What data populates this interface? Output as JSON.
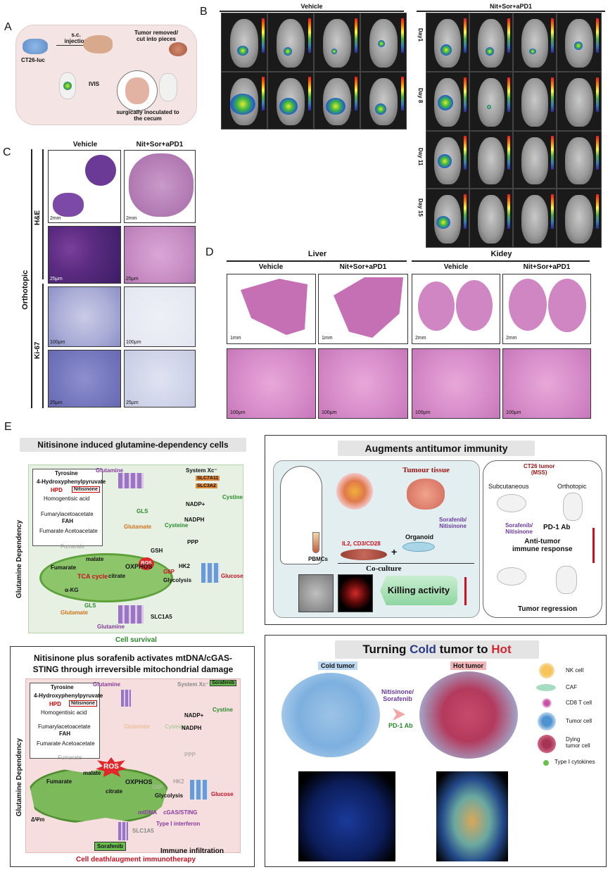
{
  "panels": {
    "A": "A",
    "B": "B",
    "C": "C",
    "D": "D",
    "E": "E"
  },
  "panelA": {
    "cell": "CT26-luc",
    "sc": "s.c.\ninjection",
    "removed": "Tumor removed/\ncut into pieces",
    "ivis": "IVIS",
    "inoc": "surgically inoculated to\nthe cecum"
  },
  "panelB": {
    "vehicle": "Vehicle",
    "treat": "Nit+Sor+aPD1",
    "day1": "Day1",
    "day8": "Day 8",
    "day11": "Day 11",
    "day15": "Day 15"
  },
  "panelC": {
    "vehicle": "Vehicle",
    "treat": "Nit+Sor+aPD1",
    "orthotopic": "Orthotopic",
    "he": "H&E",
    "ki67": "Ki-67",
    "sb2mm": "2mm",
    "sb25a": "25μm",
    "sb100": "100μm",
    "sb25b": "25μm",
    "sb2mmb": "2mm",
    "sb25c": "25μm",
    "sb100b": "100μm",
    "sb25d": "25μm"
  },
  "panelD": {
    "liver": "Liver",
    "kidey": "Kidey",
    "vehicle": "Vehicle",
    "treat": "Nit+Sor+aPD1",
    "vehicle2": "Vehicle",
    "treat2": "Nit+Sor+aPD1",
    "sb1": "1mm",
    "sb2": "1mm",
    "sb3": "2mm",
    "sb4": "2mm",
    "sb5": "100μm",
    "sb6": "100μm",
    "sb7": "100μm",
    "sb8": "100μm"
  },
  "e1": {
    "title": "Nitisinone induced glutamine-dependency cells",
    "ylabel": "Glutamine Dependency",
    "tyrosine": "Tyrosine",
    "hpp": "4-Hydroxyphenylpyruvate",
    "hpd": "HPD",
    "nitis": "Nitisinone",
    "homo": "Homogentisic acid",
    "fumaryl": "Fumarylacetoacetate",
    "fah": "FAH",
    "fumarate": "Fumarate",
    "aceto": "Acetoacetate",
    "fum2": "Fumarate",
    "malate": "malate",
    "fum3": "Fumarate",
    "tca": "TCA cycle",
    "citrate": "citrate",
    "akg": "α-KG",
    "gls2": "GLS",
    "glutamate2": "Glutamate",
    "glutamine2": "Glutamine",
    "slc1a5": "SLC1A5",
    "glutamine": "Glutamine",
    "gls": "GLS",
    "glutamate": "Glutamate",
    "systemxc": "System Xc⁻",
    "slc7a11": "SLC7A11",
    "slc3a2": "SLC3A2",
    "cystine": "Cystine",
    "nadp": "NADP+",
    "nadph": "NADPH",
    "cysteine": "Cysteine",
    "gsh": "GSH",
    "ros": "ROS",
    "oxphos": "OXPHOS",
    "ppp": "PPP",
    "g6p": "G6P",
    "hk2": "HK2",
    "glycolysis": "Glycolysis",
    "glucose": "Glucose",
    "survival": "Cell survival"
  },
  "e2": {
    "title1": "Nitisinone plus sorafenib activates mtDNA/cGAS-",
    "title2": "STING through irreversible mitochondrial damage",
    "ylabel": "Glutamine Dependency",
    "tyrosine": "Tyrosine",
    "hpp": "4-Hydroxyphenylpyruvate",
    "hpd": "HPD",
    "nitis": "Nitisinone",
    "homo": "Homogentisic acid",
    "fumaryl": "Fumarylacetoacetate",
    "fah": "FAH",
    "fumarate": "Fumarate",
    "aceto": "Acetoacetate",
    "fum2": "Fumarate",
    "malate": "malate",
    "fum3": "Fumarate",
    "citrate": "citrate",
    "ros": "ROS",
    "oxphos": "OXPHOS",
    "dpsi": "ΔΨm",
    "glutamine": "Glutamine",
    "glutamate": "Glutamate",
    "cysteine": "Cysteine",
    "systemxc": "System Xc⁻",
    "sorafenib": "Sorafenib",
    "cystine": "Cystine",
    "nadp": "NADP+",
    "nadph": "NADPH",
    "ppp": "PPP",
    "g6p": "G6P",
    "hk2": "HK2",
    "glycolysis": "Glycolysis",
    "glucose": "Glucose",
    "mtdna": "mtDNA",
    "cgas": "cGAS/STING",
    "ifn": "Type Ⅰ interferon",
    "immune": "Immune infiltration",
    "sorafenib2": "Sorafenib",
    "slc1a5": "SLC1A5",
    "death": "Cell death/augment immunotherapy"
  },
  "e3": {
    "title": "Augments antitumor immunity",
    "tumour": "Tumour tissue",
    "sorafenib": "Sorafenib/\nNitisinone",
    "organoid": "Organoid",
    "il2": "IL2, CD3/CD28",
    "pbmc": "PBMCs",
    "coculture": "Co-culture",
    "killing": "Killing activity",
    "ct26": "CT26 tumor\n(MSS)",
    "subq": "Subcutaneous",
    "ortho": "Orthotopic",
    "sorafenib2": "Sorafenib/\nNitisinone",
    "pd1": "PD-1 Ab",
    "anti": "Anti-tumor\nimmune response",
    "regression": "Tumor regression"
  },
  "e4": {
    "title_a": "Turning ",
    "title_cold": "Cold",
    "title_b": " tumor to ",
    "title_hot": "Hot",
    "cold": "Cold tumor",
    "hot": "Hot tumor",
    "drug": "Nitisinone/\nSorafenib",
    "pd1": "PD-1 Ab",
    "legend": [
      "NK cell",
      "CAF",
      "CD8 T cell",
      "Tumor cell",
      "Dying\ntumor cell",
      "Type Ⅰ cytokines"
    ]
  },
  "colors": {
    "tca_green": "#6bbf4e",
    "ros_red": "#e0282a",
    "glucose_red": "#d0312d",
    "cold_blue": "#2a3a8a",
    "hot_red": "#d2272e",
    "title_bg": "#e4e4e4",
    "bg_green": "#e6f1e3",
    "bg_pink": "#f7dede"
  }
}
